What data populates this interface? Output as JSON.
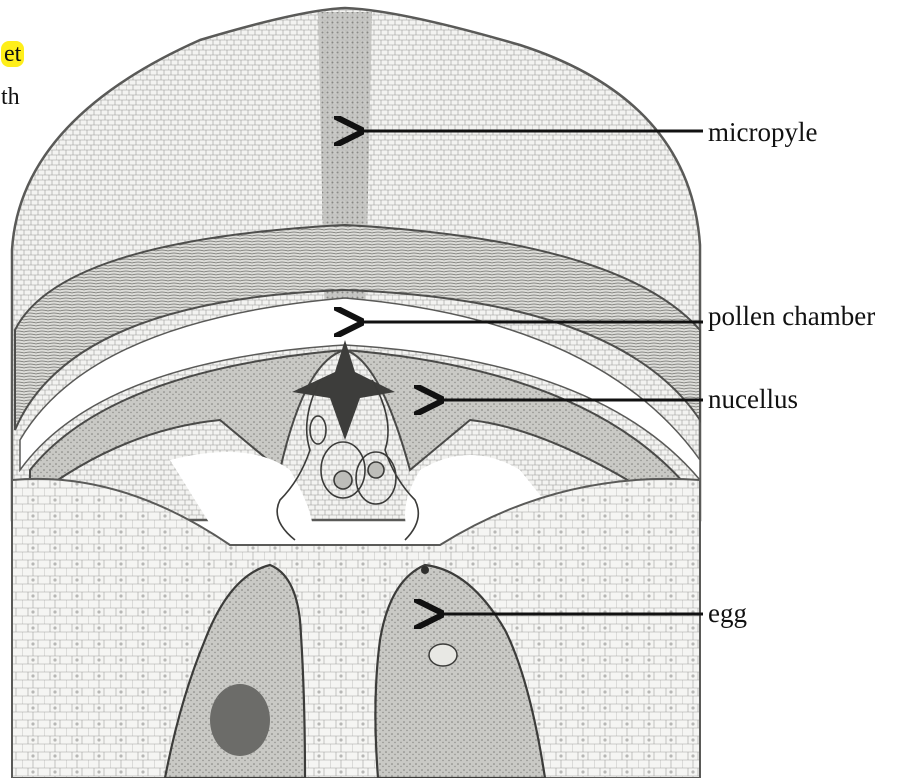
{
  "fragment": {
    "line1": "et",
    "line2": "th"
  },
  "labels": {
    "micropyle": "micropyle",
    "pollen_chamber": "pollen chamber",
    "nucellus": "nucellus",
    "egg": "egg"
  },
  "colors": {
    "highlight": "#ffef1a",
    "ink": "#111111",
    "tissue": "#8a8a8a"
  }
}
